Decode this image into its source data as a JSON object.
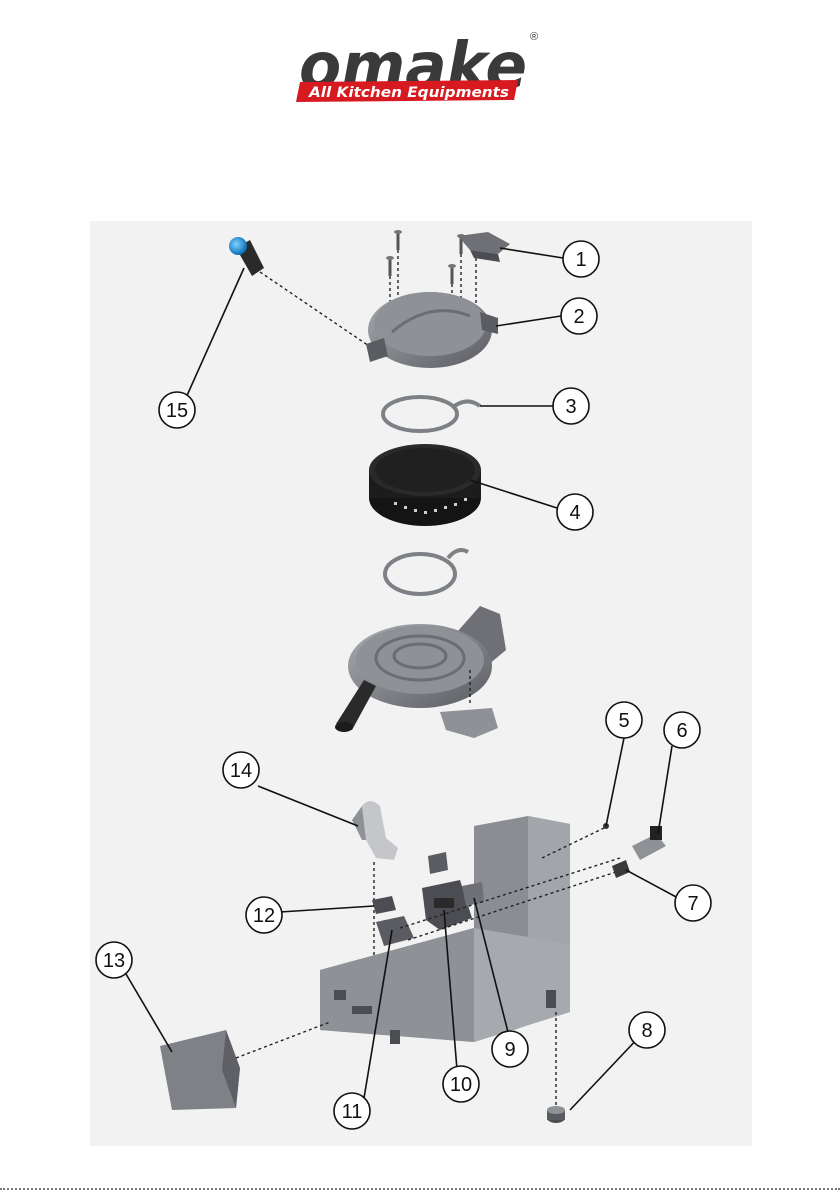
{
  "brand": {
    "name": "omake",
    "registered": "®",
    "tagline": "All Kitchen Equipments",
    "colors": {
      "primary": "#d71920",
      "secondary": "#3a3a3a"
    }
  },
  "callouts": [
    "1",
    "2",
    "3",
    "4",
    "5",
    "6",
    "7",
    "8",
    "9",
    "10",
    "11",
    "12",
    "13",
    "14",
    "15"
  ],
  "colors": {
    "part_gray": "#8e9196",
    "part_dark": "#4b4d52",
    "part_black": "#1c1c1c",
    "panel": "#f2f2f2"
  }
}
